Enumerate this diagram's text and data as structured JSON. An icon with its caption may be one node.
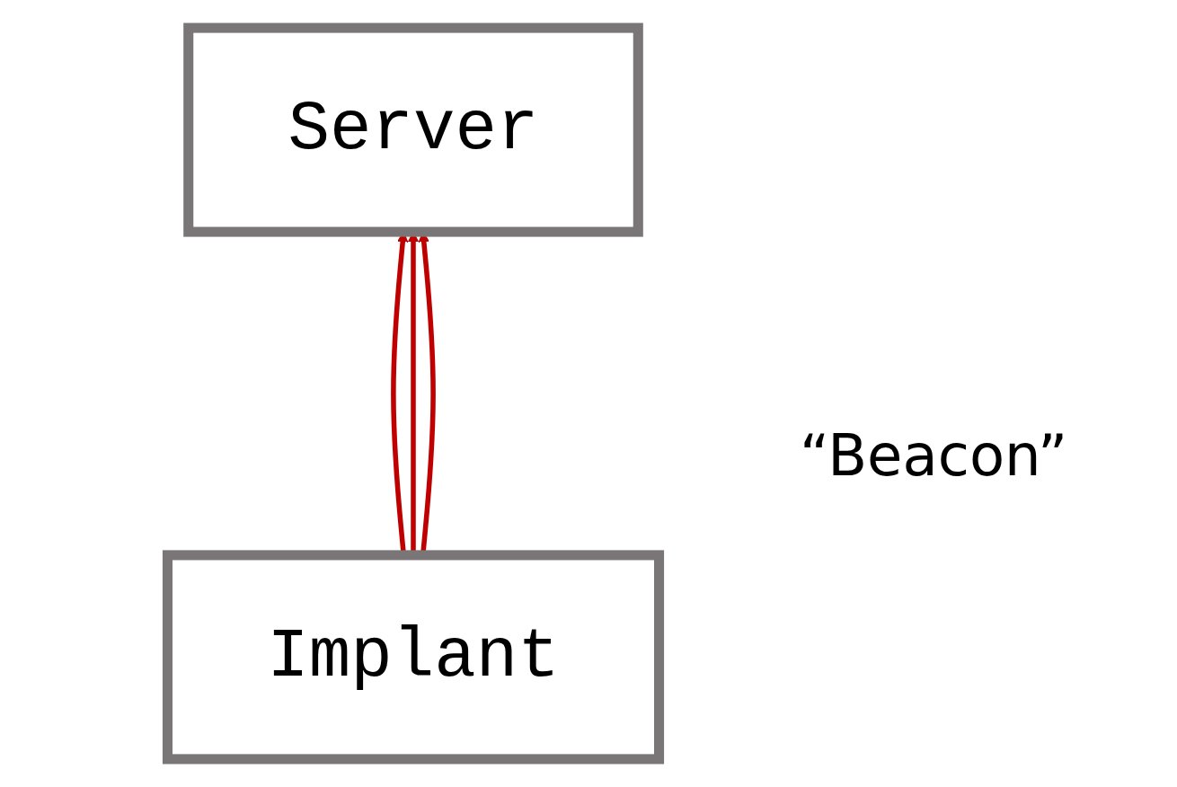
{
  "diagram": {
    "nodes": [
      {
        "text": [
          "Server"
        ]
      },
      {
        "text": [
          "Implant"
        ]
      }
    ],
    "edges": [
      {
        "from": 1,
        "to": 0,
        "arrow": "to",
        "color": "#c00000"
      },
      {
        "from": 1,
        "to": 0,
        "arrow": "to",
        "color": "#c00000"
      },
      {
        "from": 1,
        "to": 0,
        "arrow": "to",
        "color": "#c00000"
      }
    ],
    "labels": [
      "“Beacon”"
    ]
  }
}
